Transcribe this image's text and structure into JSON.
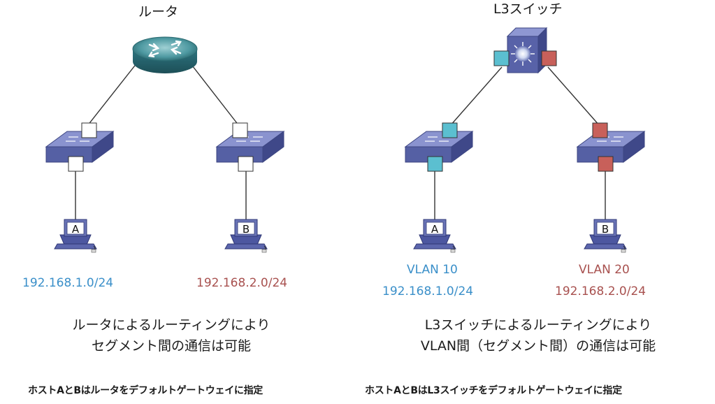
{
  "left": {
    "title": "ルータ",
    "hosts": [
      "A",
      "B"
    ],
    "host_a_net": "192.168.1.0/24",
    "host_b_net": "192.168.2.0/24",
    "desc_line1": "ルータによるルーティングにより",
    "desc_line2": "セグメント間の通信は可能",
    "note": "ホストAとBはルータをデフォルトゲートウェイに指定"
  },
  "right": {
    "title": "L3スイッチ",
    "hosts": [
      "A",
      "B"
    ],
    "host_a_vlan": "VLAN 10",
    "host_a_net": "192.168.1.0/24",
    "host_b_vlan": "VLAN 20",
    "host_b_net": "192.168.2.0/24",
    "desc_line1": "L3スイッチによるルーティングにより",
    "desc_line2": "VLAN間（セグメント間）の通信は可能",
    "note": "ホストAとBはL3スイッチをデフォルトゲートウェイに指定"
  },
  "colors": {
    "vlan10": "#5bbfd0",
    "vlan20": "#c8605a",
    "untagged_port": "#ffffff",
    "device_blue": "#5a66a8",
    "router_teal": "#2f7f86"
  }
}
